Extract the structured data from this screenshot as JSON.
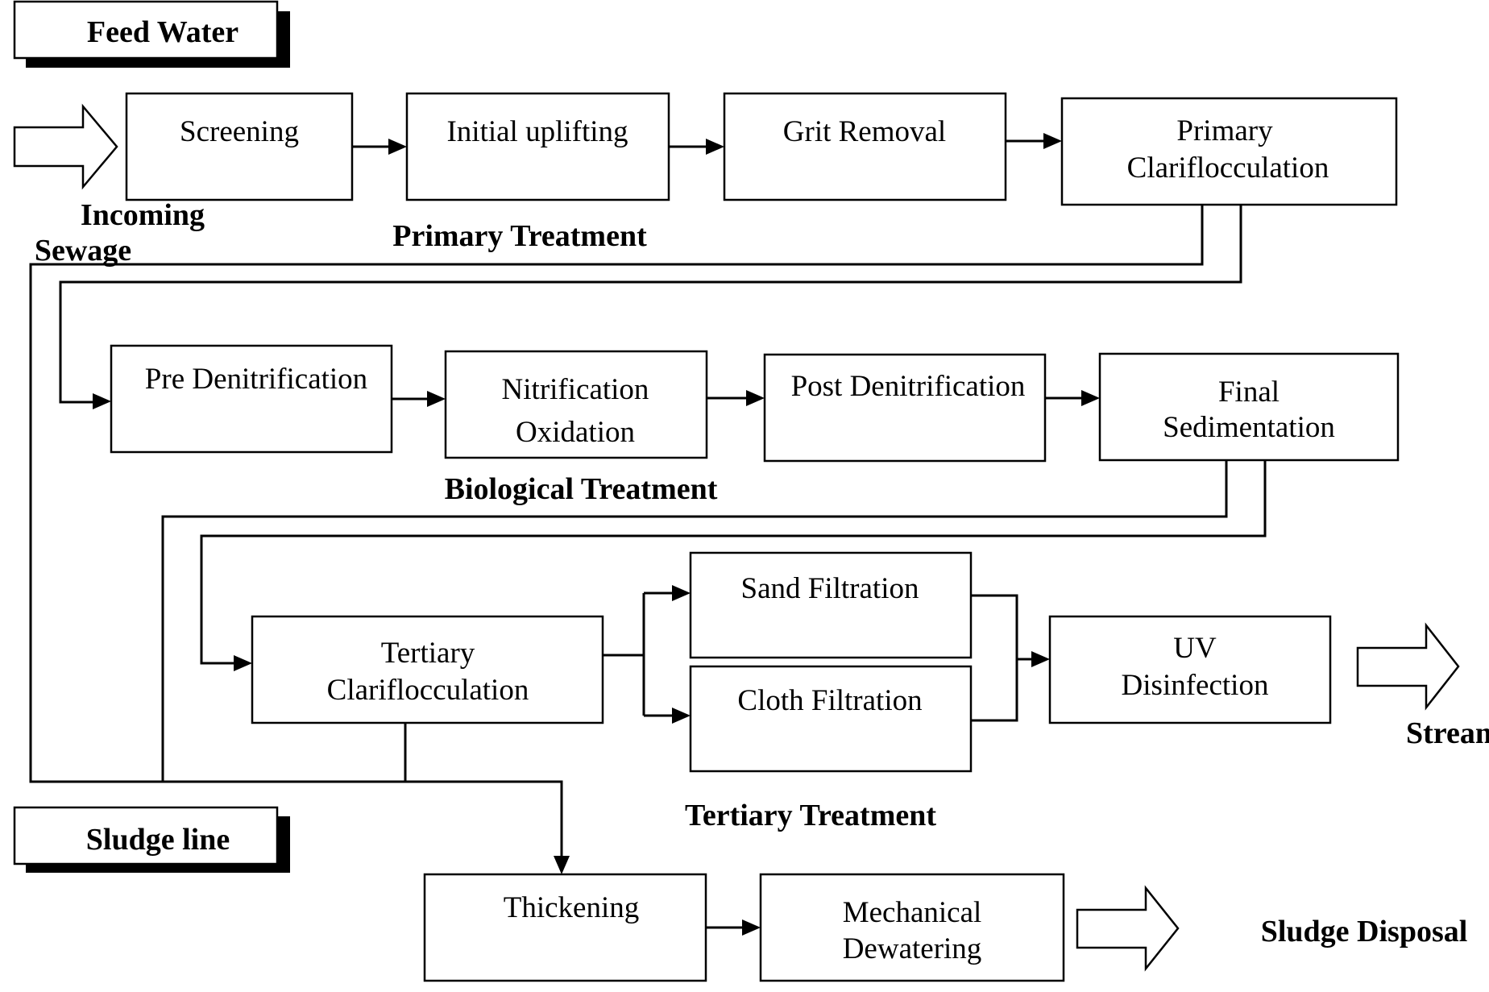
{
  "headers": {
    "feed_water": "Feed Water",
    "sludge_line": "Sludge line"
  },
  "labels": {
    "incoming_sewage_1": "Incoming",
    "incoming_sewage_2": "Sewage",
    "primary_treatment": "Primary Treatment",
    "biological_treatment": "Biological Treatment",
    "tertiary_treatment": "Tertiary Treatment",
    "stream": "Stream",
    "sludge_disposal": "Sludge Disposal"
  },
  "primary": {
    "screening": "Screening",
    "initial_uplifting": "Initial uplifting",
    "grit_removal": "Grit Removal",
    "primary_clarifloc_1": "Primary",
    "primary_clarifloc_2": "Clariflocculation"
  },
  "biological": {
    "pre_denitrification": "Pre Denitrification",
    "nitrification_1": "Nitrification",
    "nitrification_2": "Oxidation",
    "post_denitrification": "Post Denitrification",
    "final_sed_1": "Final",
    "final_sed_2": "Sedimentation"
  },
  "tertiary": {
    "tertiary_clarifloc_1": "Tertiary",
    "tertiary_clarifloc_2": "Clariflocculation",
    "sand_filtration": "Sand Filtration",
    "cloth_filtration": "Cloth Filtration",
    "uv_1": "UV",
    "uv_2": "Disinfection"
  },
  "sludge": {
    "thickening": "Thickening",
    "mech_dewatering_1": "Mechanical",
    "mech_dewatering_2": "Dewatering"
  }
}
